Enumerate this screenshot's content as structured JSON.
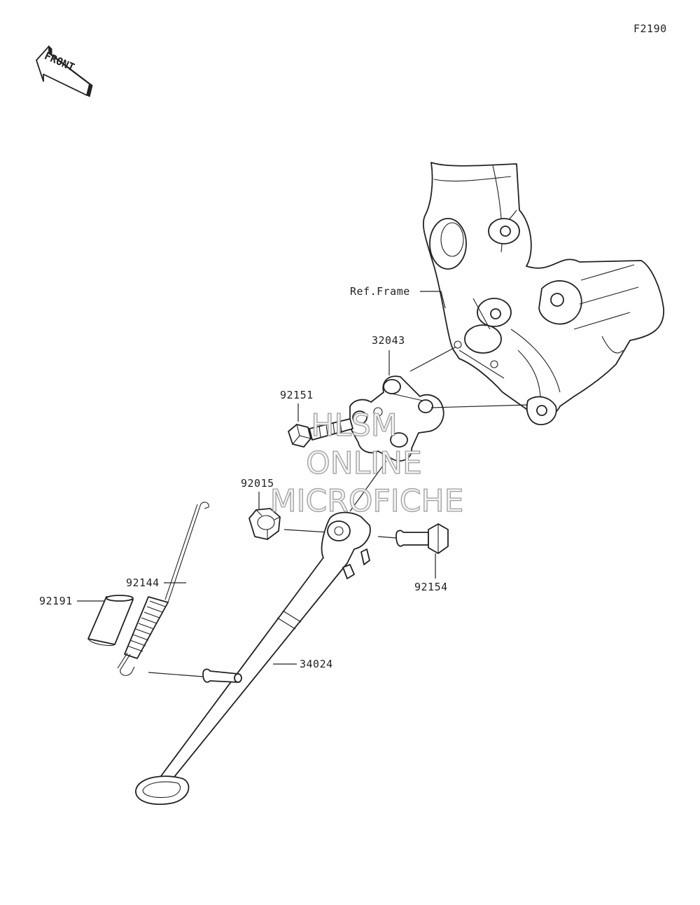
{
  "figure_code": "F2190",
  "front_arrow_label": "FRONT",
  "ref_frame_label": "Ref.Frame",
  "parts": {
    "bracket": "32043",
    "bolt": "92151",
    "nut": "92015",
    "spring": "92144",
    "cover": "92191",
    "stand": "34024",
    "pivot_bolt": "92154"
  },
  "watermark": {
    "line1": "HLSM",
    "line2": "ONLINE",
    "line3": "MICROFICHE"
  }
}
